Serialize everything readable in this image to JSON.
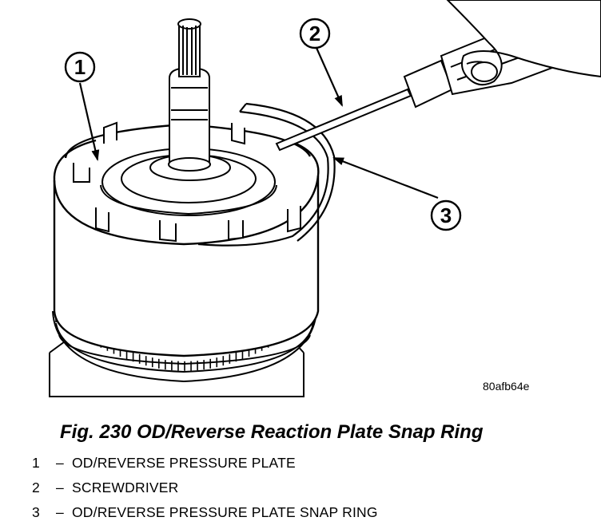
{
  "callouts": [
    {
      "number": "1"
    },
    {
      "number": "2"
    },
    {
      "number": "3"
    }
  ],
  "image_code": "80afb64e",
  "figure": {
    "title": "Fig. 230 OD/Reverse Reaction Plate Snap Ring"
  },
  "legend": {
    "separator": "–",
    "items": [
      {
        "number": "1",
        "label": "OD/REVERSE PRESSURE PLATE"
      },
      {
        "number": "2",
        "label": "SCREWDRIVER"
      },
      {
        "number": "3",
        "label": "OD/REVERSE PRESSURE PLATE SNAP RING"
      }
    ]
  }
}
